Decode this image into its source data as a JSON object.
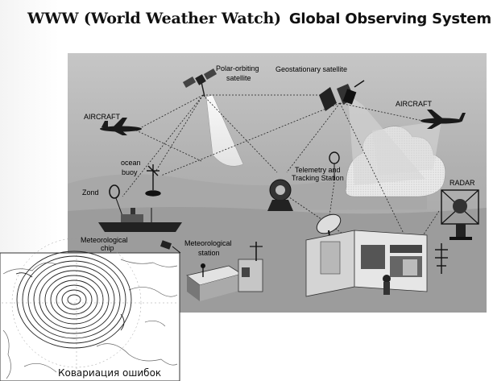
{
  "title": {
    "part1": "WWW (World Weather Watch)",
    "part2": "Global Observing System"
  },
  "labels": {
    "polar_line1": "Polar-orbiting",
    "polar_line2": "satellite",
    "geostationary": "Geostationary satellite",
    "aircraft_left": "AIRCRAFT",
    "aircraft_right": "AIRCRAFT",
    "ocean_line1": "ocean",
    "ocean_line2": "buoy",
    "zond": "Zond",
    "telemetry_line1": "Telemetry and",
    "telemetry_line2": "Tracking Station",
    "radar": "RADAR",
    "met_chip_line1": "Meteorological",
    "met_chip_line2": "chip",
    "met_station_line1": "Meteorological",
    "met_station_line2": "station"
  },
  "inset": {
    "caption": "Ковариация ошибок"
  },
  "colors": {
    "panel": "#b4b4b4",
    "ground": "#9a9a9a",
    "beam": "#e0e0e0"
  }
}
